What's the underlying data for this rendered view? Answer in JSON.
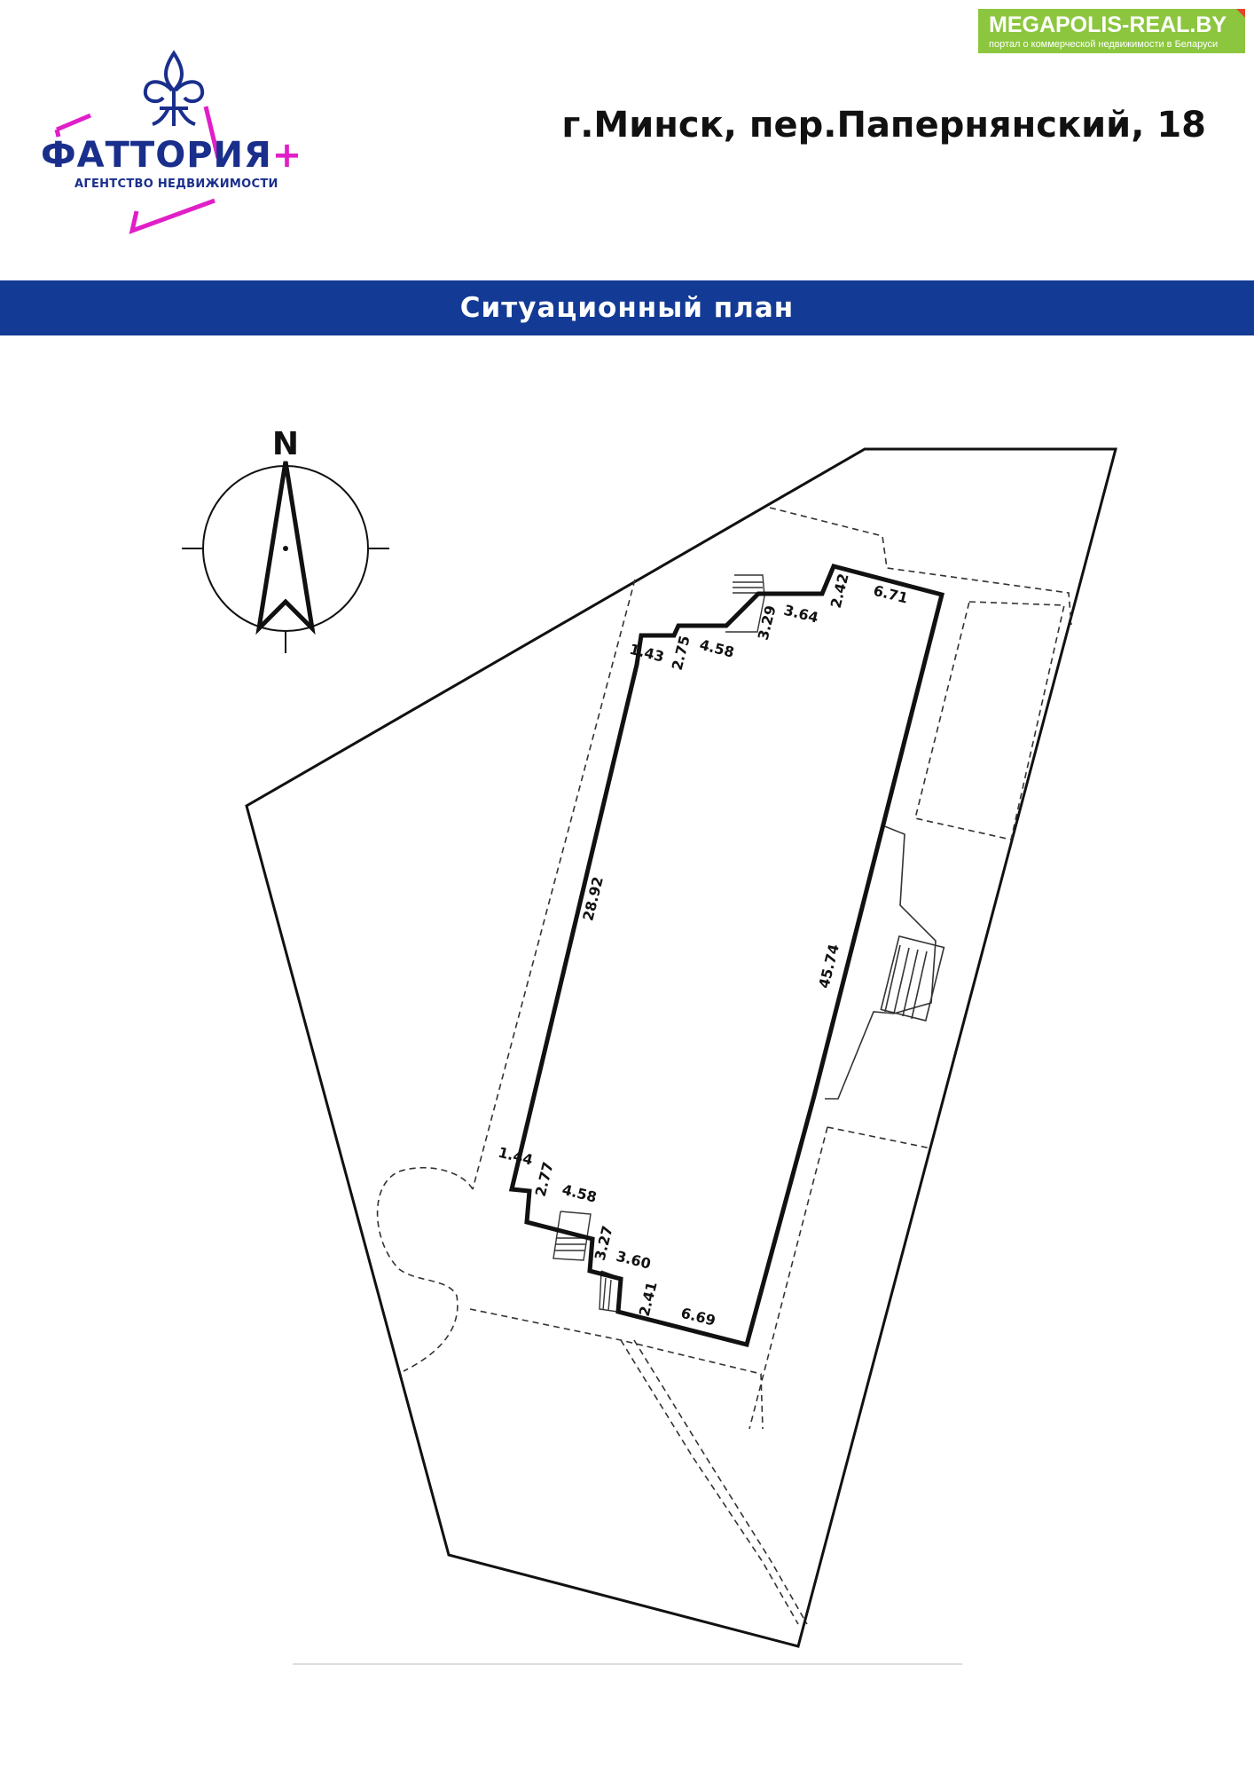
{
  "branding": {
    "company_name": "ФАТТОРИЯ",
    "company_plus": "+",
    "company_tagline": "АГЕНТСТВО НЕДВИЖИМОСТИ",
    "brand_color": "#1a2f8c",
    "accent_color": "#e01fc8"
  },
  "portal": {
    "title": "MEGAPOLIS-REAL.BY",
    "subtitle": "портал о коммерческой недвижимости в Беларуси",
    "color": "#8cc63f"
  },
  "header": {
    "address": "г.Минск, пер.Папернянский, 18"
  },
  "banner": {
    "title": "Ситуационный план",
    "color": "#133a94"
  },
  "compass": {
    "letter": "N",
    "icon": "north-arrow-icon"
  },
  "plan": {
    "dimensions": {
      "top_6_71": "6.71",
      "top_2_42": "2.42",
      "top_3_64": "3.64",
      "top_3_29": "3.29",
      "top_4_58": "4.58",
      "top_2_75": "2.75",
      "top_1_43": "1.43",
      "left_28_92": "28.92",
      "right_45_74": "45.74",
      "bottom_1_44": "1.44",
      "bottom_2_77": "2.77",
      "bottom_4_58": "4.58",
      "bottom_3_27": "3.27",
      "bottom_3_60": "3.60",
      "bottom_2_41": "2.41",
      "bottom_6_69": "6.69"
    }
  }
}
